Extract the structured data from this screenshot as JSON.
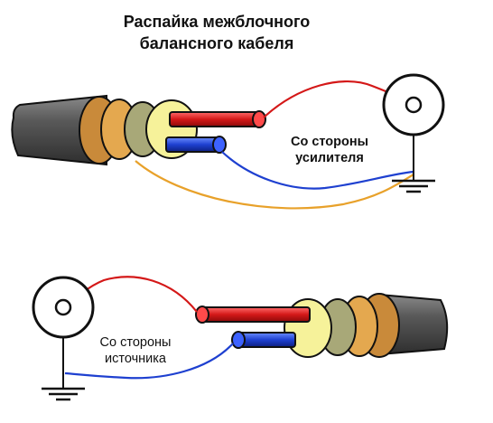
{
  "title": {
    "line1": "Распайка межблочного",
    "line2": "балансного кабеля"
  },
  "labels": {
    "amplifier_line1": "Со стороны",
    "amplifier_line2": "усилителя",
    "source_line1": "Со стороны",
    "source_line2": "источника"
  },
  "colors": {
    "jacket": "#4a4a4a",
    "shield_braid": "#c9893a",
    "foil": "#e6aa52",
    "insulation": "#a9a77a",
    "core": "#f7f39c",
    "hot_wire": "#d41818",
    "cold_wire": "#1e40d0",
    "shield_wire": "#e8a12a",
    "ground_wire": "#1f2a8a"
  },
  "icons": [
    "rca-jack-icon",
    "ground-symbol-icon",
    "cable-end-icon"
  ]
}
